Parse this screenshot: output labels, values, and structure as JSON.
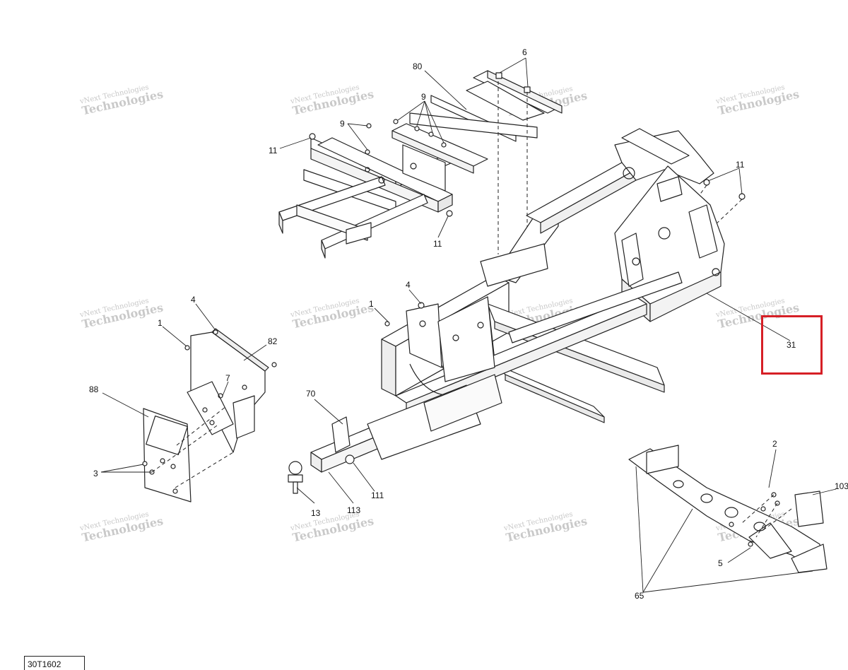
{
  "diagram": {
    "figure_id": "30T1602",
    "highlight_color": "#d61f26",
    "watermark": {
      "line1": "vNext Technologies",
      "line2": "Technologies",
      "line2_alt": "vNext"
    },
    "callouts": {
      "c80": "80",
      "c6": "6",
      "c9a": "9",
      "c9b": "9",
      "c11a": "11",
      "c11b": "11",
      "c11c": "11",
      "c4": "4",
      "c1a": "1",
      "c1b": "1",
      "c82": "82",
      "c7": "7",
      "c88": "88",
      "c3": "3",
      "c70": "70",
      "c13": "13",
      "c113": "113",
      "c111": "111",
      "c31": "31",
      "c2": "2",
      "c103": "103",
      "c5": "5",
      "c65": "65"
    }
  }
}
